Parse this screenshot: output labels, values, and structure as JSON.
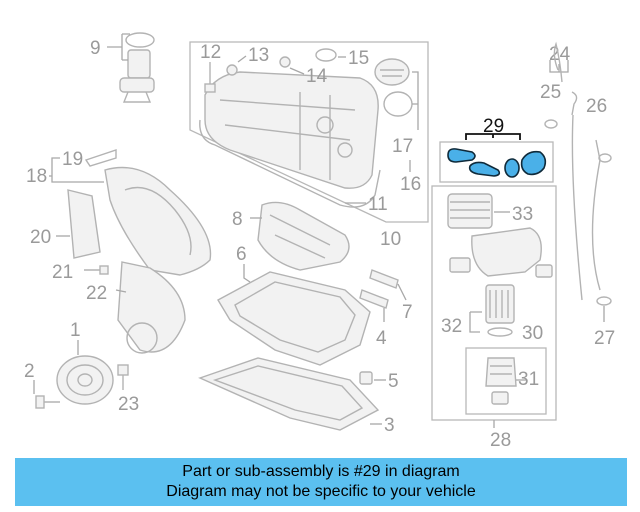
{
  "banner": {
    "line1": "Part or sub-assembly is #29 in diagram",
    "line2": "Diagram may not be specific to your vehicle"
  },
  "callouts": {
    "n1": "1",
    "n2": "2",
    "n3": "3",
    "n4": "4",
    "n5": "5",
    "n6": "6",
    "n7": "7",
    "n8": "8",
    "n9": "9",
    "n10": "10",
    "n11": "11",
    "n12": "12",
    "n13": "13",
    "n14": "14",
    "n15": "15",
    "n16": "16",
    "n17": "17",
    "n18": "18",
    "n19": "19",
    "n20": "20",
    "n21": "21",
    "n22": "22",
    "n23": "23",
    "n24": "24",
    "n25": "25",
    "n26": "26",
    "n27": "27",
    "n28": "28",
    "n29": "29",
    "n30": "30",
    "n31": "31",
    "n32": "32",
    "n33": "33"
  },
  "highlight": {
    "part_number": "29",
    "color": "#5bc0f0"
  }
}
